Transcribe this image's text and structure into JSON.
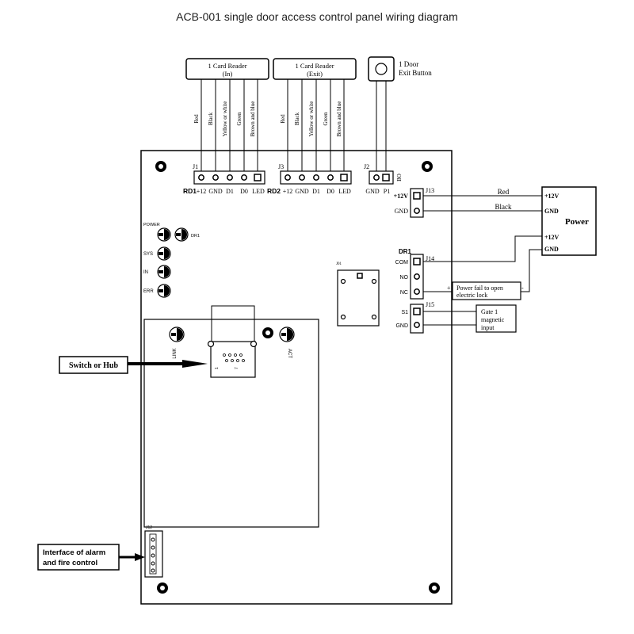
{
  "title": "ACB-001 single door access control panel wiring diagram",
  "reader_in": {
    "line1": "1 Card Reader",
    "line2": "(In)",
    "wires": [
      "Red",
      "Black",
      "Yellow or white",
      "Green",
      "Brown and blue"
    ]
  },
  "reader_exit": {
    "line1": "1 Card Reader",
    "line2": "(Exit)",
    "wires": [
      "Red",
      "Black",
      "Yellow or white",
      "Green",
      "Brown and blue"
    ]
  },
  "exit_button": {
    "line1": "1 Door",
    "line2": "Exit Button"
  },
  "j1": {
    "label": "J1",
    "prefix": "RD1",
    "pins": [
      "+12",
      "GND",
      "D1",
      "D0",
      "LED"
    ]
  },
  "j3": {
    "label": "J3",
    "prefix": "RD2",
    "pins": [
      "+12",
      "GND",
      "D1",
      "D0",
      "LED"
    ]
  },
  "j2": {
    "label": "J2",
    "pins": [
      "GND",
      "P1"
    ],
    "side": "BO"
  },
  "j13": {
    "label": "J13",
    "pins": [
      "+12V",
      "GND"
    ]
  },
  "j14": {
    "label": "J14",
    "title": "DR1",
    "pins": [
      "COM",
      "NO",
      "NC"
    ]
  },
  "j15": {
    "label": "J15",
    "pins": [
      "S1",
      "GND"
    ]
  },
  "power_wires": {
    "red": "Red",
    "black": "Black"
  },
  "power": {
    "title": "Power",
    "pins": [
      "+12V",
      "GND",
      "+12V",
      "GND"
    ]
  },
  "lock": {
    "line1": "Power fail to open",
    "line2": "electric lock",
    "plus": "+",
    "minus": "-"
  },
  "gate": {
    "line1": "Gate 1",
    "line2": "magnetic",
    "line3": "input"
  },
  "leds": [
    "POWER",
    "DR1",
    "SYS",
    "IN",
    "ERR"
  ],
  "net_leds": [
    "LINK",
    "ACT"
  ],
  "rj45_pins": {
    "first": "1",
    "last": "7"
  },
  "j01": "J01",
  "j12": "J12",
  "switch_label": "Switch or Hub",
  "alarm_label": {
    "line1": "Interface of alarm",
    "line2": "and fire control"
  }
}
